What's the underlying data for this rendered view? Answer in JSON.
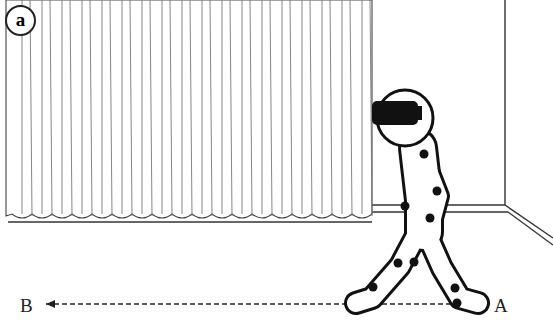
{
  "diagram": {
    "nodes": [
      {
        "text": [
          "a"
        ]
      }
    ],
    "labels": [
      "B",
      "A"
    ]
  }
}
